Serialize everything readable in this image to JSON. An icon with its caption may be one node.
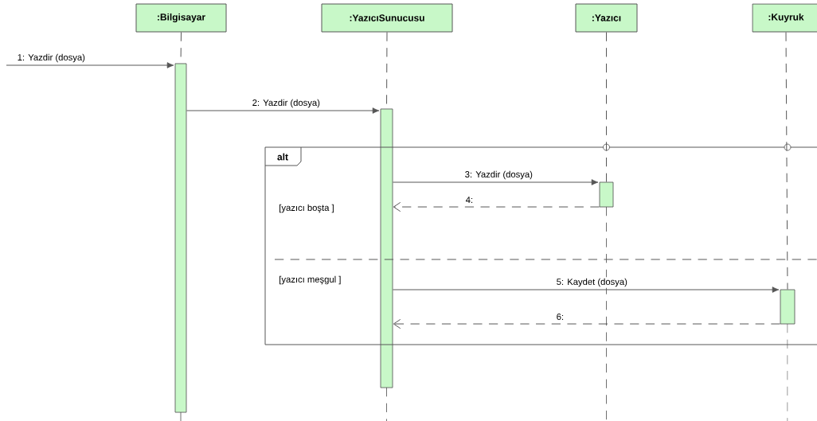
{
  "diagram": {
    "nodes": [
      {
        "text": [
          ":Bilgisayar"
        ]
      },
      {
        "text": [
          ":YazıcıSunucusu"
        ]
      },
      {
        "text": [
          ":Yazıcı"
        ]
      },
      {
        "text": [
          ":Kuyruk"
        ]
      },
      {
        "text": [],
        "shape": "bar"
      },
      {
        "text": [],
        "shape": "bar"
      },
      {
        "text": [],
        "shape": "bar",
        "in": 8
      },
      {
        "text": [],
        "shape": "bar",
        "in": 8
      },
      {
        "text": [
          "alt",
          "[yazıcı boşta ]",
          "[yazıcı meşgul ]"
        ]
      }
    ],
    "edges": [
      {
        "from": null,
        "to": 4,
        "arrow": "to",
        "label": "1: Yazdir (dosya)"
      },
      {
        "from": 4,
        "to": 5,
        "arrow": "to",
        "label": "2: Yazdir (dosya)"
      },
      {
        "from": 5,
        "to": 6,
        "arrow": "to",
        "label": "3: Yazdir (dosya)"
      },
      {
        "from": 6,
        "to": 5,
        "arrow": "to",
        "label": "4:",
        "style": "dashed"
      },
      {
        "from": 5,
        "to": 7,
        "arrow": "to",
        "label": "5: Kaydet (dosya)"
      },
      {
        "from": 7,
        "to": 5,
        "arrow": "to",
        "label": "6:",
        "style": "dashed"
      },
      {
        "from": 0,
        "to": 4,
        "arrow": "none",
        "style": "dashed"
      },
      {
        "from": 1,
        "to": 5,
        "arrow": "none",
        "style": "dashed"
      },
      {
        "from": 2,
        "to": 6,
        "arrow": "none",
        "style": "dashed"
      },
      {
        "from": 3,
        "to": 7,
        "arrow": "none",
        "style": "dashed"
      }
    ]
  }
}
